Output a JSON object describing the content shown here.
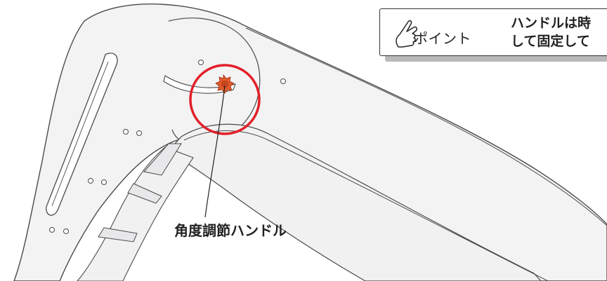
{
  "callout": {
    "label": "角度調節ハンドル"
  },
  "point_box": {
    "icon": "pointing-hand-icon",
    "label": "ポイント",
    "text_line1": "ハンドルは時",
    "text_line2": "して固定して"
  },
  "colors": {
    "outline": "#4a4a4a",
    "body_fill": "#f3f3f4",
    "highlight_ring": "#e3202a",
    "knob": "#e05a2b",
    "box_shadow": "#b9b9b9"
  }
}
